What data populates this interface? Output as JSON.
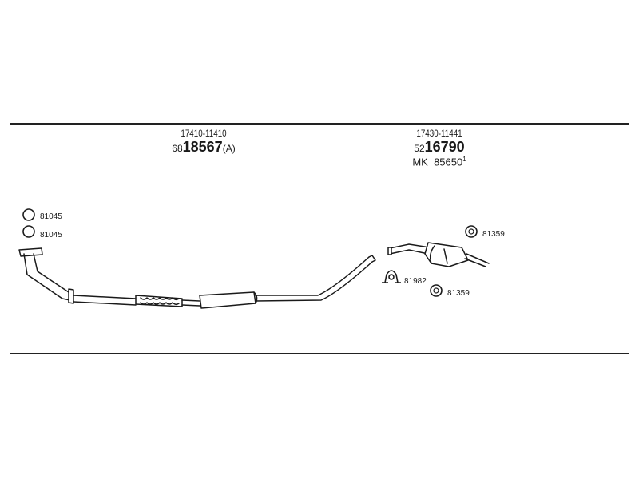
{
  "groups": [
    {
      "oe_number": "17410-11410",
      "part_prefix": "68",
      "part_main": "18567",
      "part_suffix": "(A)"
    },
    {
      "oe_number": "17430-11441",
      "part_prefix": "52",
      "part_main": "16790",
      "mk_label": "MK",
      "mk_number": "85650",
      "mk_sup": "1"
    }
  ],
  "hardware": [
    {
      "id": "gasket-1",
      "code": "81045"
    },
    {
      "id": "gasket-2",
      "code": "81045"
    },
    {
      "id": "rubber-mount-top",
      "code": "81359"
    },
    {
      "id": "clamp",
      "code": "81982"
    },
    {
      "id": "rubber-mount-bottom",
      "code": "81359"
    }
  ]
}
